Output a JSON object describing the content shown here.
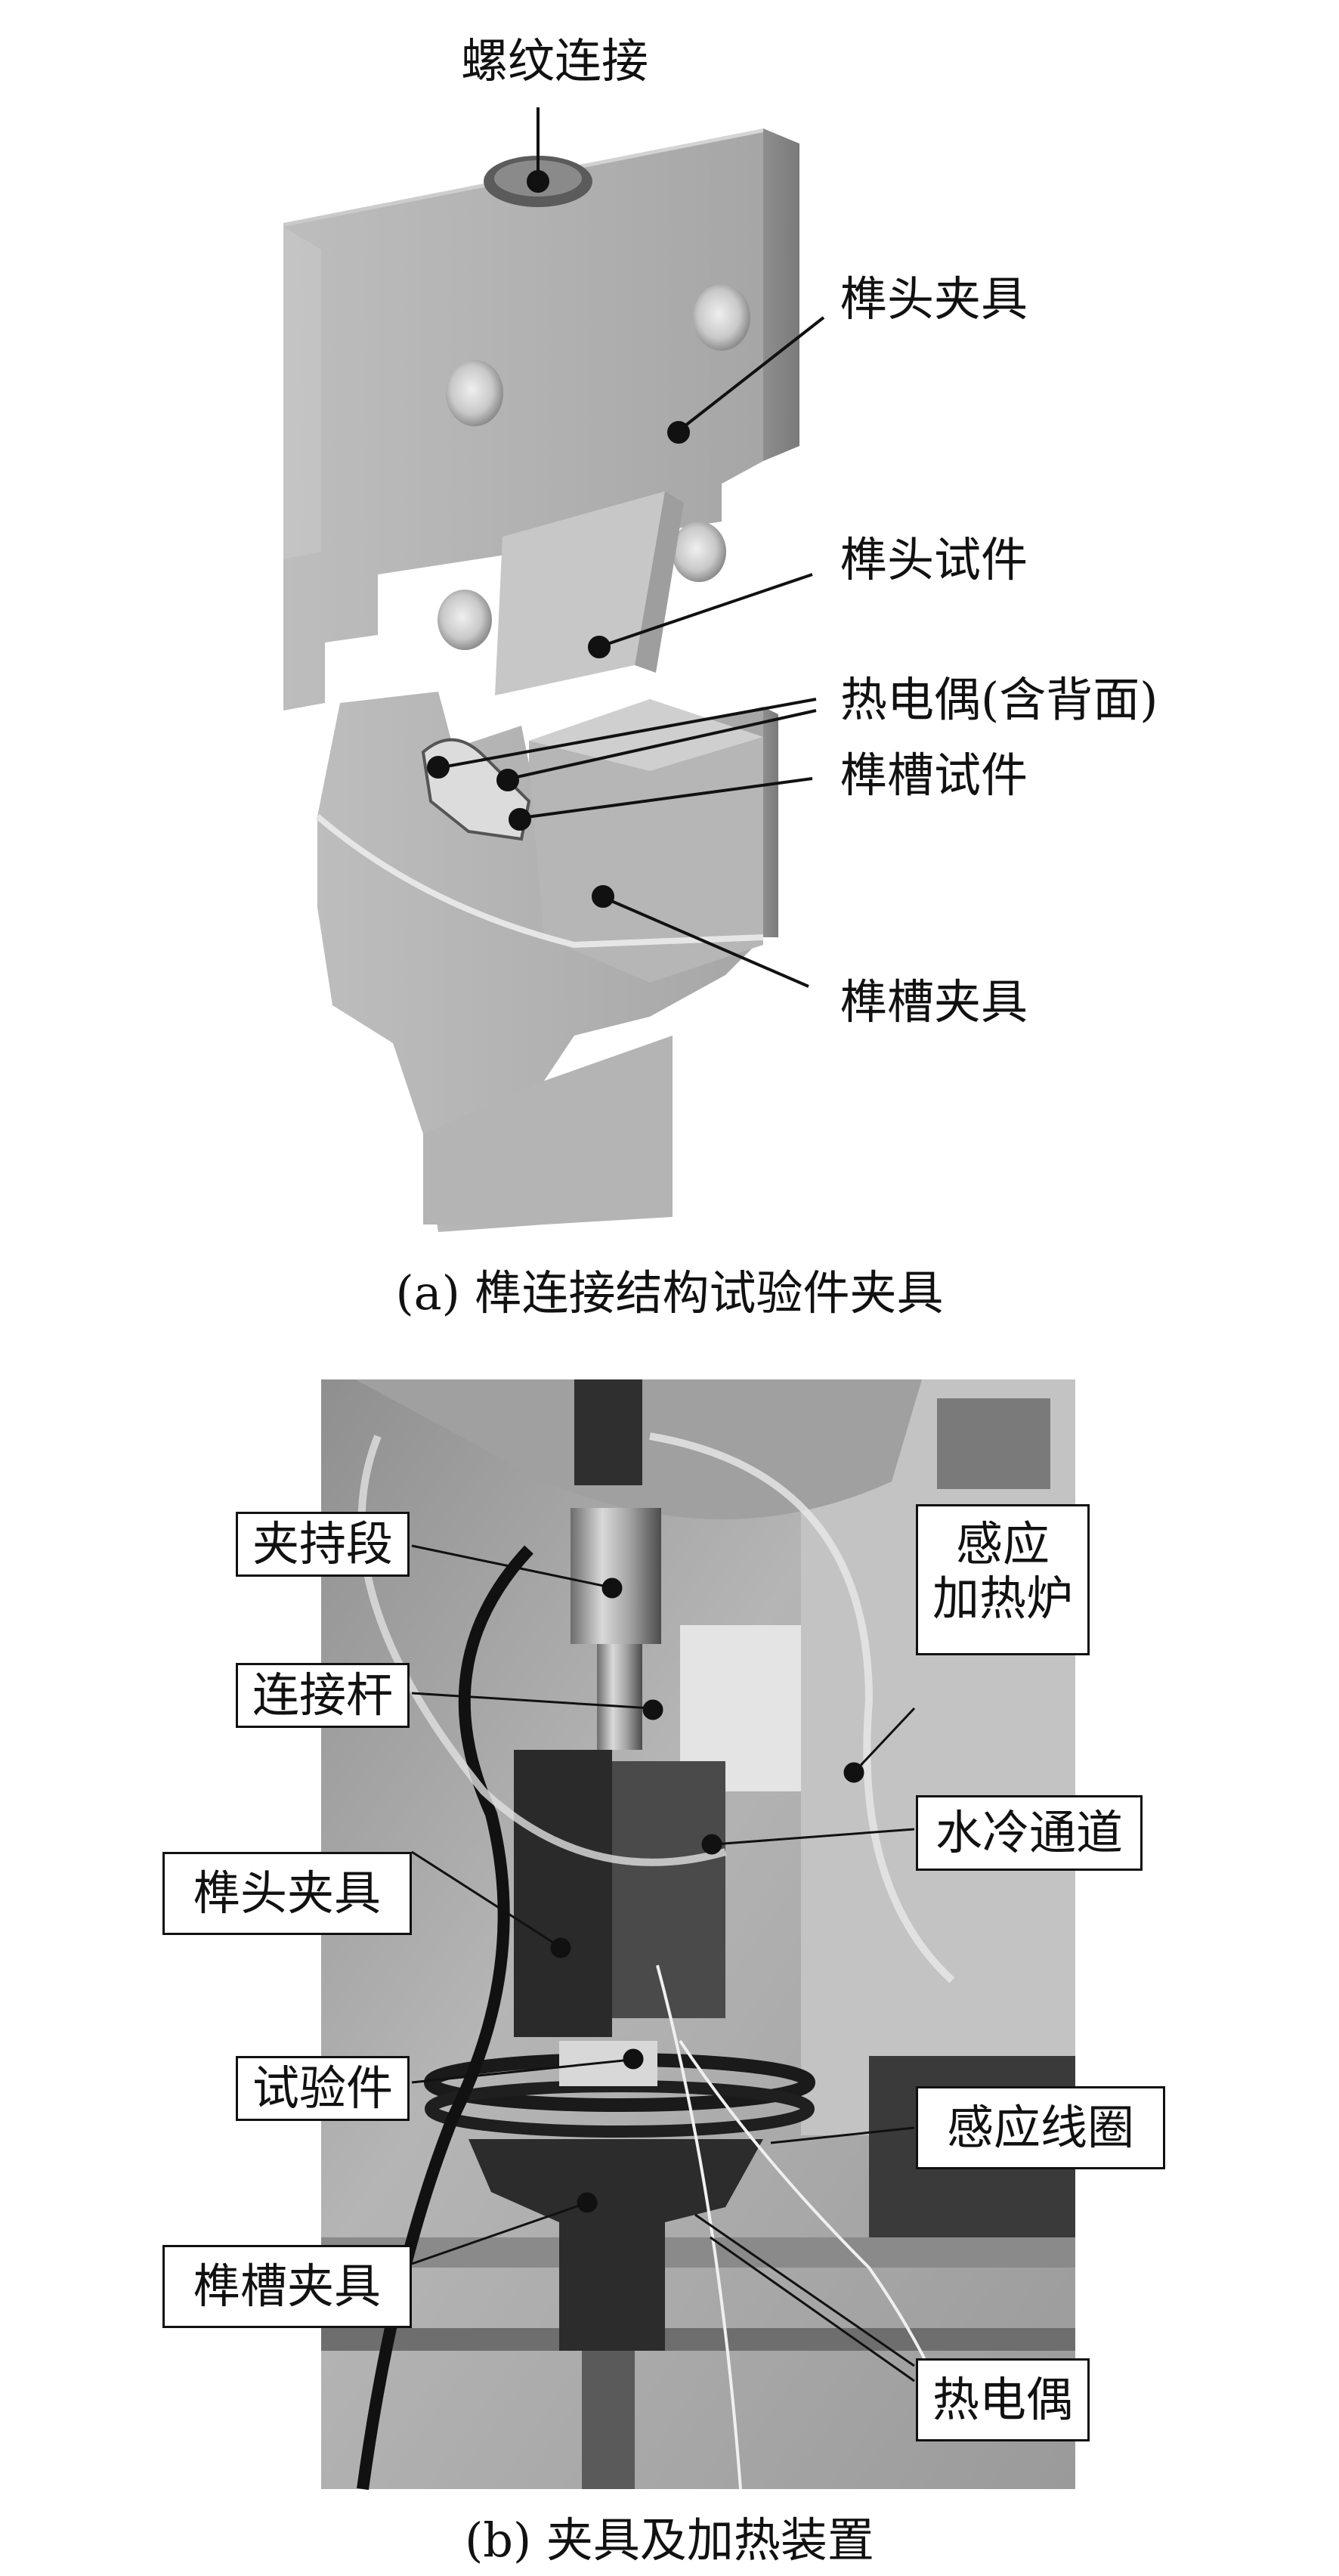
{
  "panel_a": {
    "caption": "(a) 榫连接结构试验件夹具",
    "labels": {
      "thread": "螺纹连接",
      "tenon_fixture": "榫头夹具",
      "tenon_specimen": "榫头试件",
      "thermocouple": "热电偶(含背面)",
      "groove_specimen": "榫槽试件",
      "groove_fixture": "榫槽夹具"
    }
  },
  "panel_b": {
    "caption": "(b) 夹具及加热装置",
    "labels": {
      "grip": "夹持段",
      "rod": "连接杆",
      "tenon_fixture": "榫头夹具",
      "specimen": "试验件",
      "groove_fixture": "榫槽夹具",
      "furnace_line1": "感应",
      "furnace_line2": "加热炉",
      "water": "水冷通道",
      "coil": "感应线圈",
      "thermocouple": "热电偶"
    }
  }
}
